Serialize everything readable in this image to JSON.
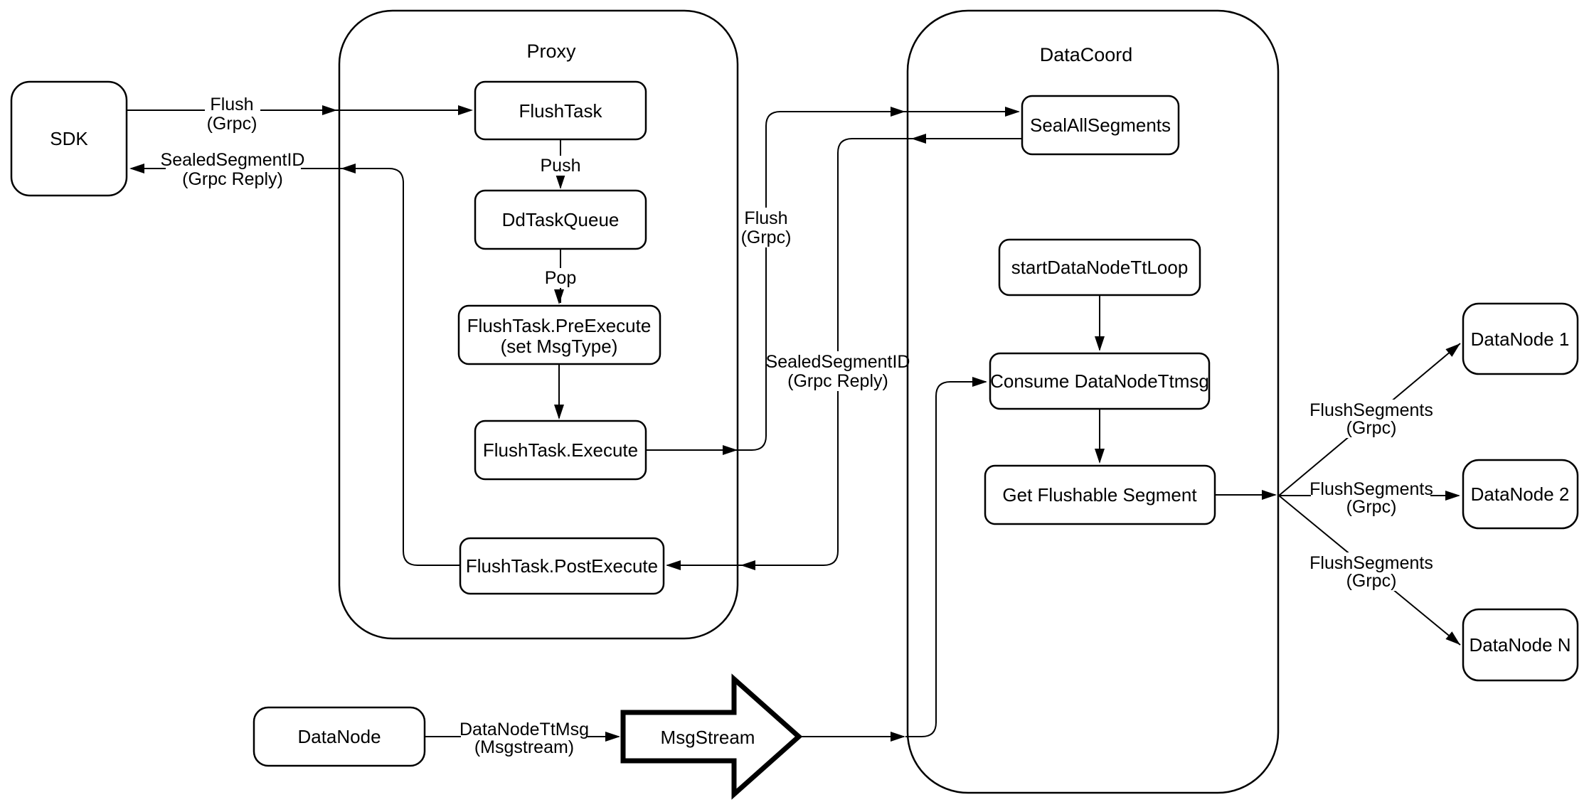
{
  "colors": {
    "background": "#ffffff",
    "stroke": "#000000",
    "shape_fill": "#ffffff",
    "text": "#000000"
  },
  "containers": {
    "proxy": {
      "label": "Proxy"
    },
    "datacoord": {
      "label": "DataCoord"
    }
  },
  "nodes": {
    "sdk": {
      "label": "SDK"
    },
    "flush_task": {
      "label": "FlushTask"
    },
    "dd_task_queue": {
      "label": "DdTaskQueue"
    },
    "flush_task_pre_execute": {
      "label_line1": "FlushTask.PreExecute",
      "label_line2": "(set MsgType)"
    },
    "flush_task_execute": {
      "label": "FlushTask.Execute"
    },
    "flush_task_post_execute": {
      "label": "FlushTask.PostExecute"
    },
    "seal_all_segments": {
      "label": "SealAllSegments"
    },
    "start_data_node_tt_loop": {
      "label": "startDataNodeTtLoop"
    },
    "consume_data_node_ttmsg": {
      "label": "Consume DataNodeTtmsg"
    },
    "get_flushable_segment": {
      "label": "Get Flushable Segment"
    },
    "data_node_1": {
      "label": "DataNode 1"
    },
    "data_node_2": {
      "label": "DataNode 2"
    },
    "data_node_n": {
      "label": "DataNode N"
    },
    "data_node": {
      "label": "DataNode"
    },
    "msg_stream": {
      "label": "MsgStream"
    }
  },
  "edge_labels": {
    "sdk_flush": {
      "line1": "Flush",
      "line2": "(Grpc)"
    },
    "sdk_reply": {
      "line1": "SealedSegmentID",
      "line2": "(Grpc Reply)"
    },
    "push": {
      "label": "Push"
    },
    "pop": {
      "label": "Pop"
    },
    "datacoord_flush": {
      "line1": "Flush",
      "line2": "(Grpc)"
    },
    "datacoord_reply": {
      "line1": "SealedSegmentID",
      "line2": "(Grpc Reply)"
    },
    "flush_segments_1": {
      "line1": "FlushSegments",
      "line2": "(Grpc)"
    },
    "flush_segments_2": {
      "line1": "FlushSegments",
      "line2": "(Grpc)"
    },
    "flush_segments_3": {
      "line1": "FlushSegments",
      "line2": "(Grpc)"
    },
    "data_node_tt_msg": {
      "line1": "DataNodeTtMsg",
      "line2": "(Msgstream)"
    }
  }
}
